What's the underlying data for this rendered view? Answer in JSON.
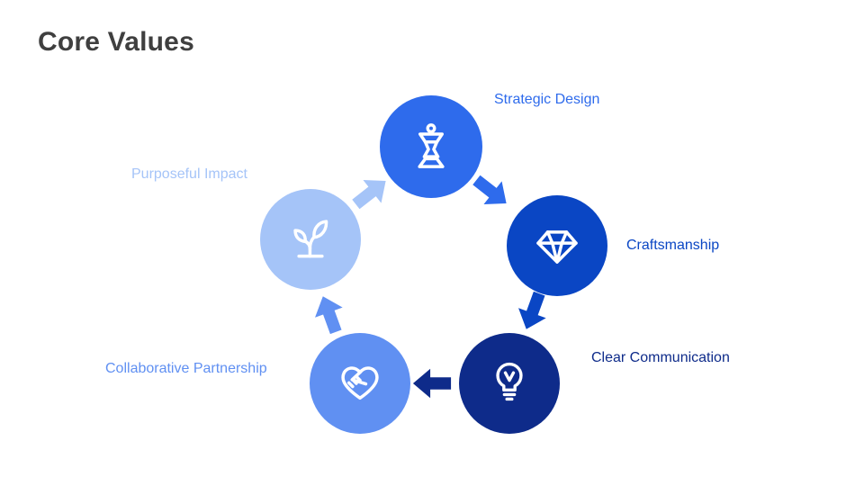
{
  "page": {
    "title": "Core Values",
    "title_color": "#3f3f3f",
    "background_color": "#ffffff"
  },
  "diagram": {
    "type": "circular-cycle",
    "flow_direction": "clockwise",
    "items": [
      {
        "label": "Strategic Design",
        "icon": "chess-strategy-icon",
        "color": "#2e6bec"
      },
      {
        "label": "Craftsmanship",
        "icon": "diamond-icon",
        "color": "#0a46c4"
      },
      {
        "label": "Clear Communication",
        "icon": "lightbulb-icon",
        "color": "#0e2b8a"
      },
      {
        "label": "Collaborative Partnership",
        "icon": "handshake-icon",
        "color": "#6090f2"
      },
      {
        "label": "Purposeful Impact",
        "icon": "sprout-icon",
        "color": "#a5c4f8"
      }
    ]
  }
}
